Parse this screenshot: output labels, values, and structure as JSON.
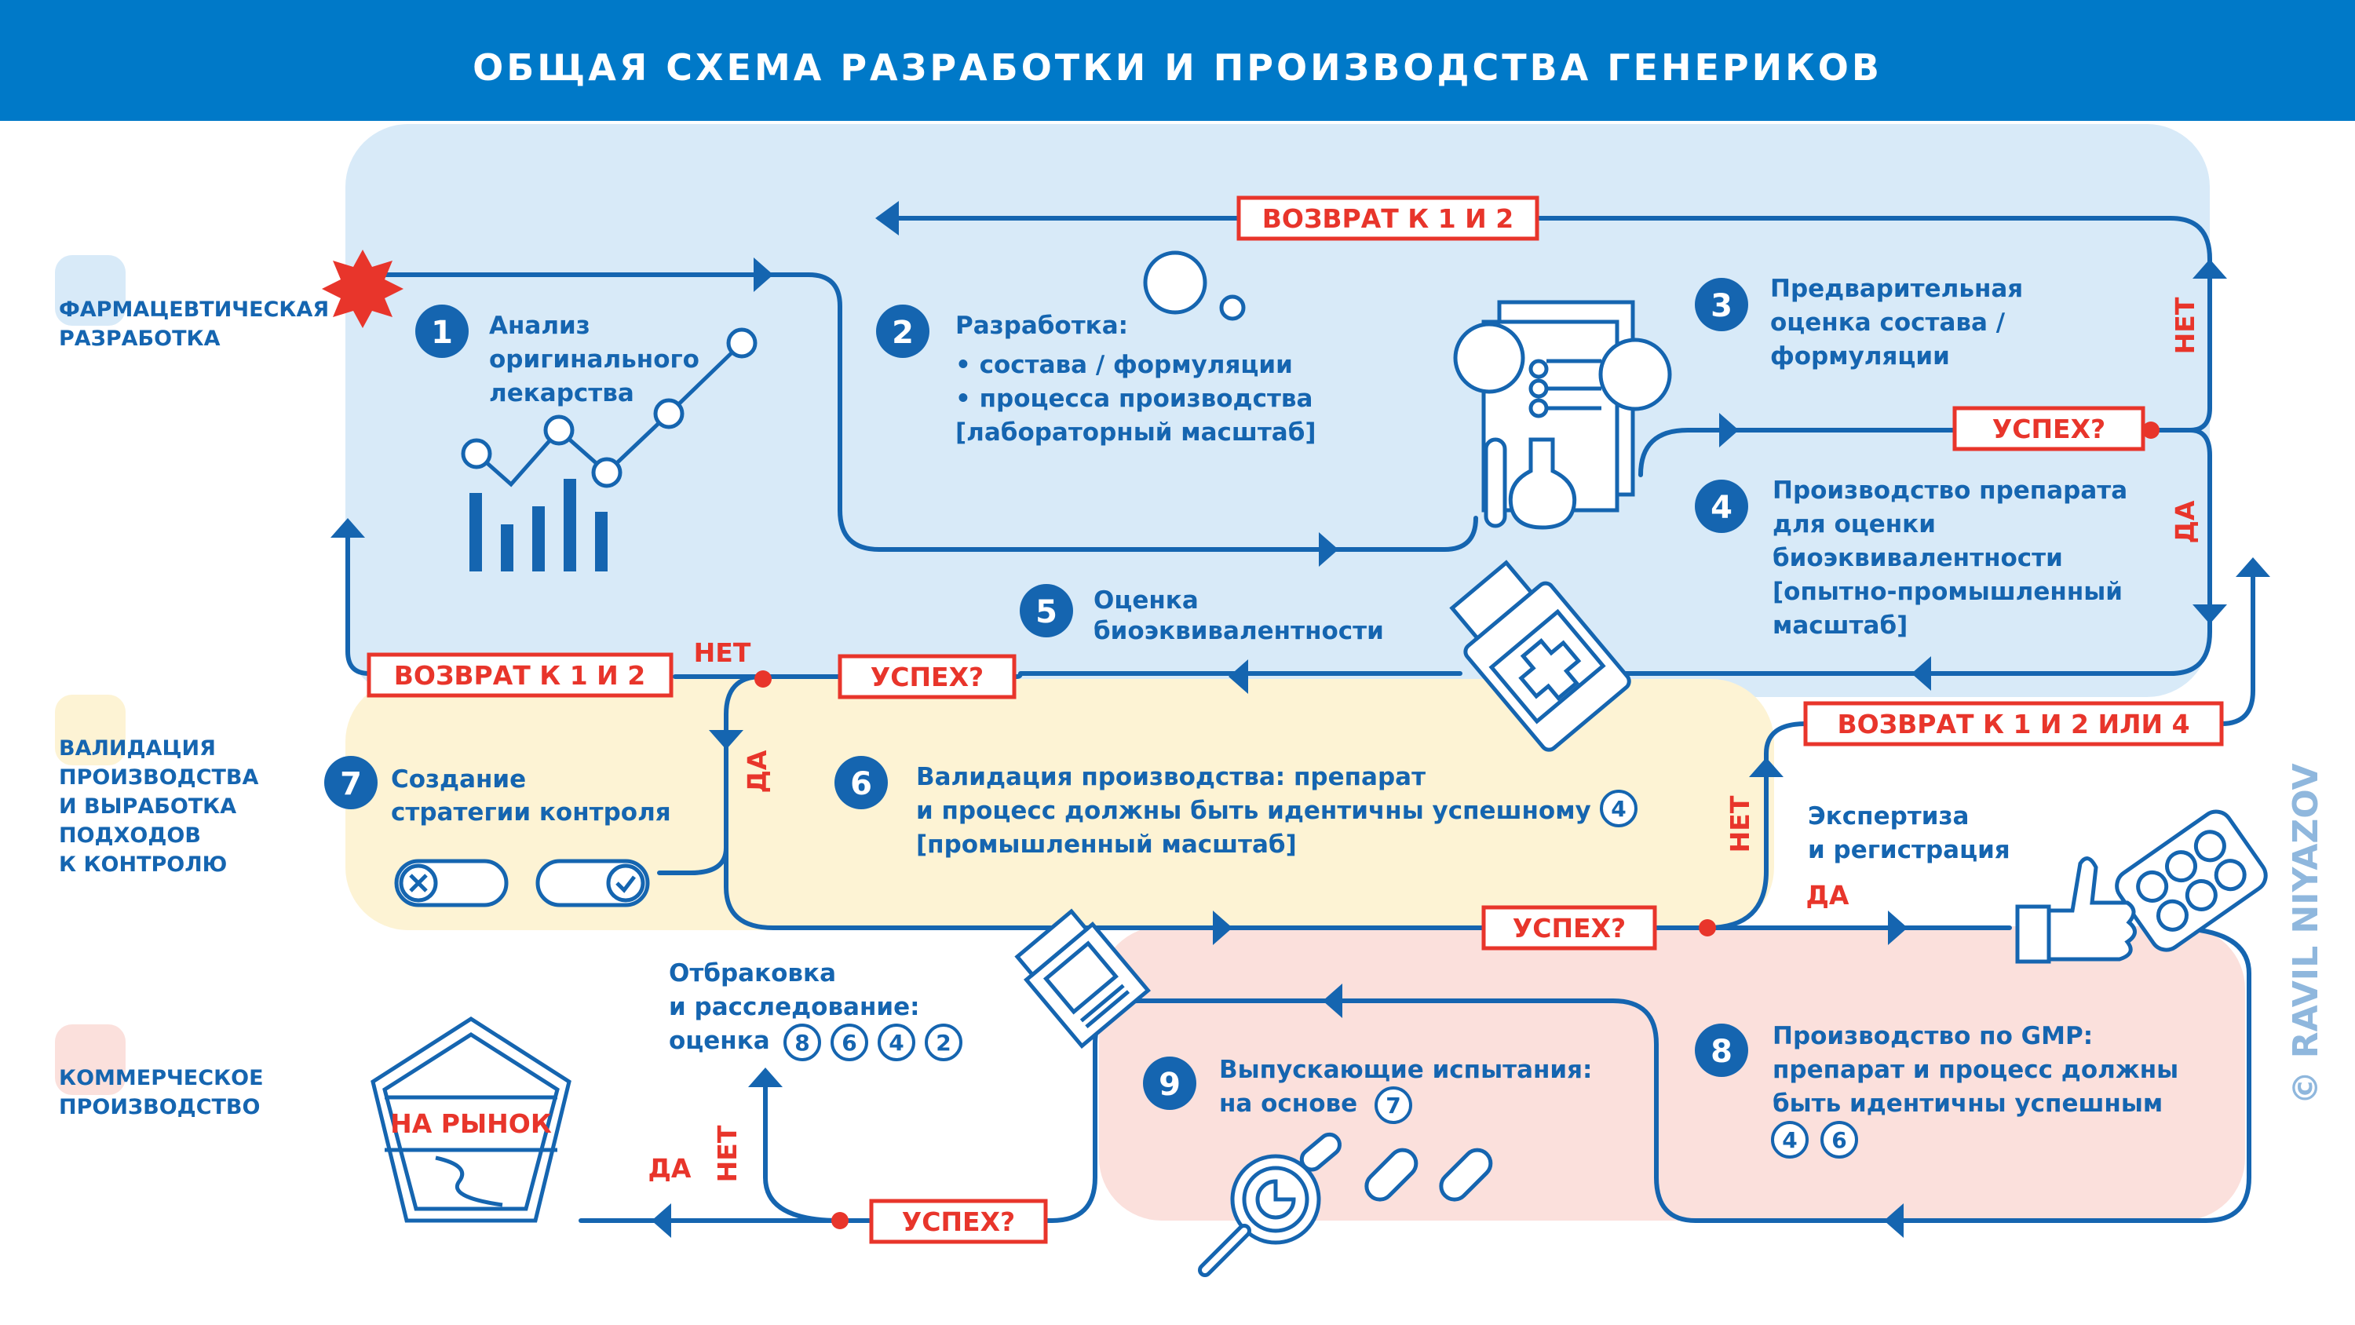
{
  "title": "ОБЩАЯ СХЕМА РАЗРАБОТКИ И ПРОИЗВОДСТВА ГЕНЕРИКОВ",
  "colors": {
    "header": "#0079c8",
    "line": "#1565b0",
    "accent": "#e8352b",
    "zone_pharma": "#d8eaf8",
    "zone_validation": "#fdf3d4",
    "zone_commercial": "#fbe0dc"
  },
  "legend": [
    {
      "lines": [
        "ФАРМАЦЕВТИЧЕСКАЯ",
        "РАЗРАБОТКА"
      ]
    },
    {
      "lines": [
        "ВАЛИДАЦИЯ",
        "ПРОИЗВОДСТВА",
        "И ВЫРАБОТКА",
        "ПОДХОДОВ",
        "К КОНТРОЛЮ"
      ]
    },
    {
      "lines": [
        "КОММЕРЧЕСКОЕ",
        "ПРОИЗВОДСТВО"
      ]
    }
  ],
  "steps": [
    {
      "num": "1",
      "lines": [
        "Анализ",
        "оригинального",
        "лекарства"
      ]
    },
    {
      "num": "2",
      "lines": [
        "Разработка:",
        "• состава / формуляции",
        "• процесса производства",
        "[лабораторный масштаб]"
      ]
    },
    {
      "num": "3",
      "lines": [
        "Предварительная",
        "оценка состава /",
        "формуляции"
      ]
    },
    {
      "num": "4",
      "lines": [
        "Производство препарата",
        "для оценки",
        "биоэквивалентности",
        "[опытно-промышленный",
        "масштаб]"
      ]
    },
    {
      "num": "5",
      "lines": [
        "Оценка",
        "биоэквивалентности"
      ]
    },
    {
      "num": "6",
      "lines": [
        "Валидация производства: препарат",
        "и процесс должны быть идентичны успешному",
        "[промышленный масштаб]"
      ],
      "refs": [
        "4"
      ]
    },
    {
      "num": "7",
      "lines": [
        "Создание",
        "стратегии контроля"
      ]
    },
    {
      "num": "8",
      "lines": [
        "Производство по GMP:",
        "препарат и процесс должны",
        "быть идентичны успешным"
      ],
      "refs": [
        "4",
        "6"
      ]
    },
    {
      "num": "9",
      "lines": [
        "Выпускающие испытания:",
        "на основе"
      ],
      "refs": [
        "7"
      ]
    }
  ],
  "expertise": {
    "lines": [
      "Экспертиза",
      "и регистрация"
    ]
  },
  "rejection": {
    "lines": [
      "Отбраковка",
      "и расследование:",
      "оценка"
    ],
    "refs": [
      "8",
      "6",
      "4",
      "2"
    ]
  },
  "boxes": {
    "return_top": "ВОЗВРАТ К 1 И 2",
    "return_mid": "ВОЗВРАТ К 1 И 2",
    "return_right": "ВОЗВРАТ К 1 И 2 ИЛИ 4",
    "success_3": "УСПЕХ?",
    "success_5": "УСПЕХ?",
    "success_6": "УСПЕХ?",
    "success_9": "УСПЕХ?"
  },
  "yes_no": {
    "no_3": "НЕТ",
    "yes_3": "ДА",
    "no_5": "НЕТ",
    "yes_5": "ДА",
    "no_6": "НЕТ",
    "yes_6": "ДА",
    "no_9": "НЕТ",
    "yes_9": "ДА"
  },
  "market": "НА РЫНОК",
  "copyright": "© RAVIL NIYAZOV"
}
